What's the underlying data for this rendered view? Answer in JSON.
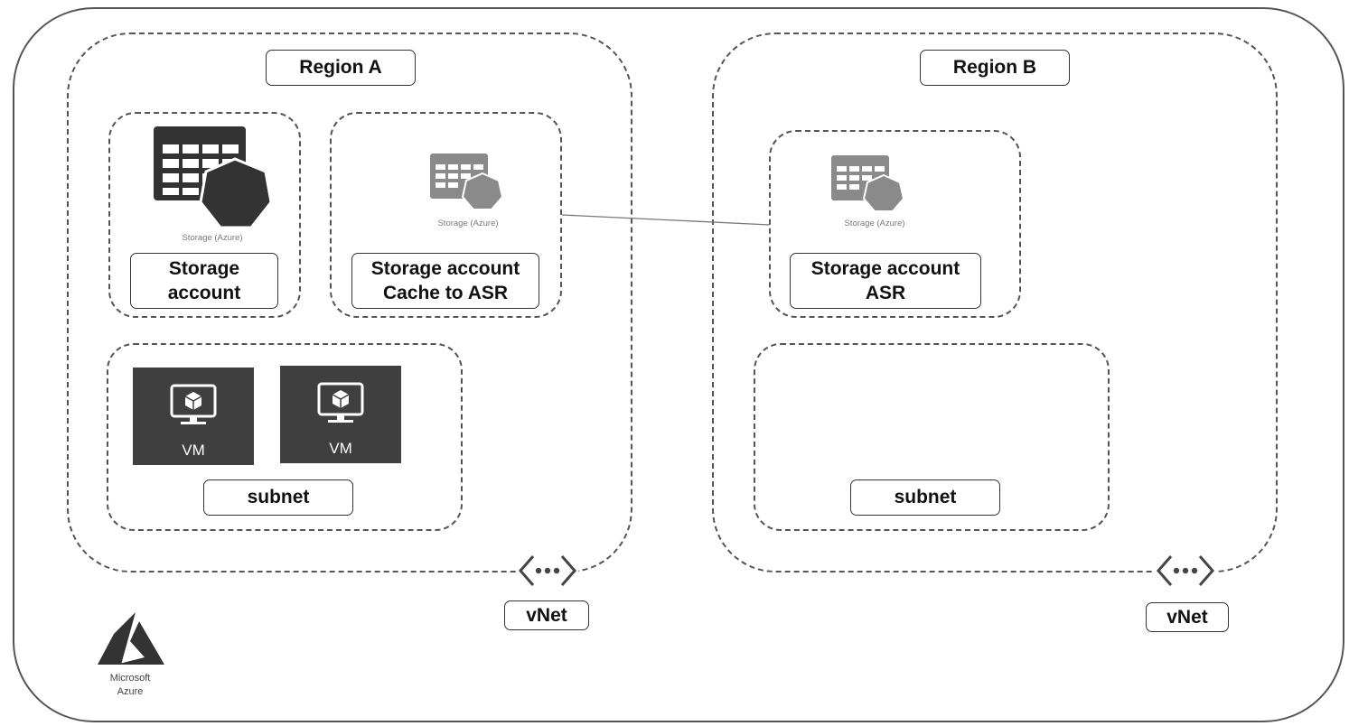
{
  "diagram": {
    "region_a": {
      "title": "Region A",
      "storage_primary": {
        "icon_caption": "Storage (Azure)",
        "label_line1": "Storage",
        "label_line2": "account"
      },
      "storage_cache": {
        "icon_caption": "Storage (Azure)",
        "label_line1": "Storage account",
        "label_line2": "Cache to ASR"
      },
      "subnet": {
        "label": "subnet",
        "vms": [
          {
            "label": "VM"
          },
          {
            "label": "VM"
          }
        ]
      },
      "vnet_label": "vNet"
    },
    "region_b": {
      "title": "Region B",
      "storage_asr": {
        "icon_caption": "Storage (Azure)",
        "label_line1": "Storage account",
        "label_line2": "ASR"
      },
      "subnet": {
        "label": "subnet"
      },
      "vnet_label": "vNet"
    },
    "brand": {
      "line1": "Microsoft",
      "line2": "Azure"
    },
    "colors": {
      "border": "#555555",
      "vm_tile": "#3f3f3f",
      "storage_dark": "#333333",
      "storage_light": "#8a8a8a"
    },
    "icons": [
      "storage-azure-icon",
      "vm-icon",
      "vnet-icon",
      "azure-logo-icon"
    ]
  }
}
